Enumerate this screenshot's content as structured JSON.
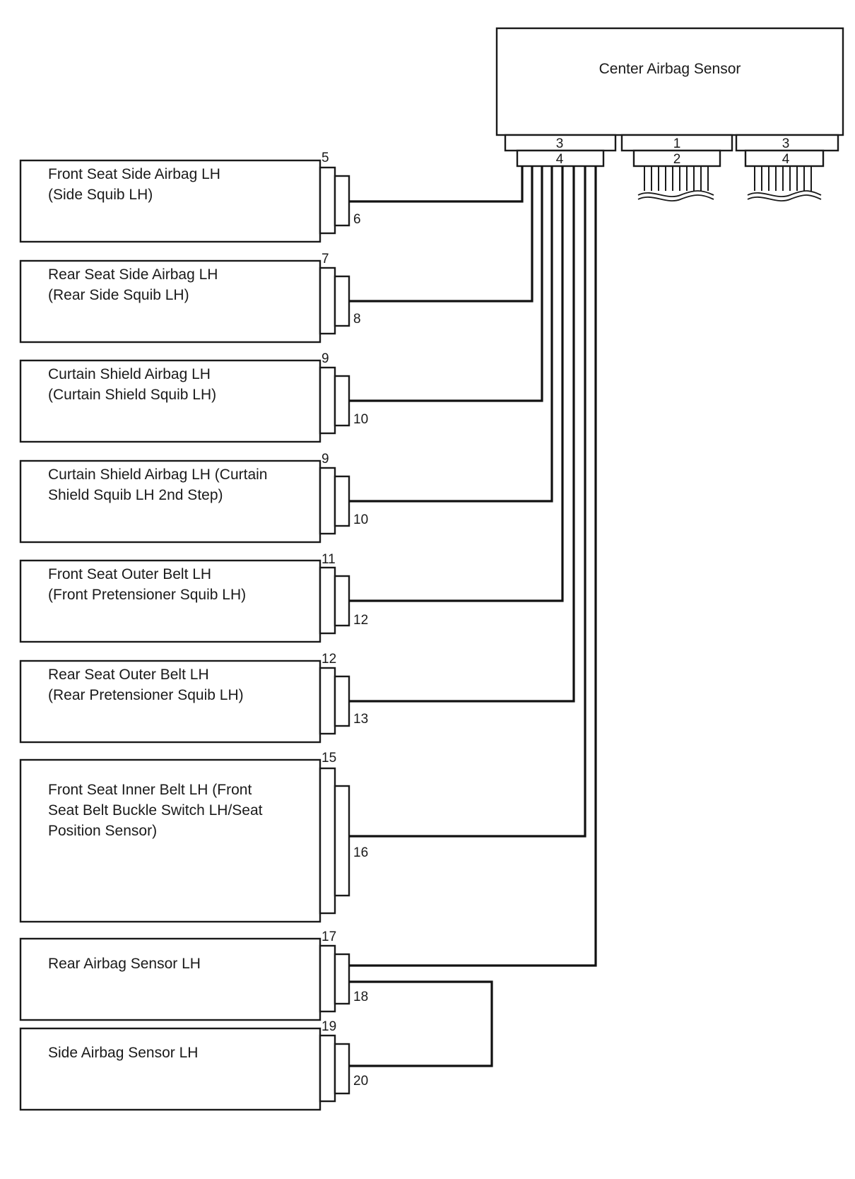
{
  "sensor": {
    "title": "Center Airbag Sensor",
    "connectors": [
      {
        "top": "3",
        "bottom": "4"
      },
      {
        "top": "1",
        "bottom": "2"
      },
      {
        "top": "3",
        "bottom": "4"
      }
    ]
  },
  "components": [
    {
      "lines": [
        "Front Seat Side Airbag LH",
        "(Side Squib LH)"
      ],
      "pin_top": "5",
      "pin_bottom": "6"
    },
    {
      "lines": [
        "Rear Seat Side Airbag LH",
        "(Rear Side Squib LH)"
      ],
      "pin_top": "7",
      "pin_bottom": "8"
    },
    {
      "lines": [
        "Curtain Shield Airbag LH",
        "(Curtain Shield Squib LH)"
      ],
      "pin_top": "9",
      "pin_bottom": "10"
    },
    {
      "lines": [
        "Curtain Shield Airbag LH (Curtain",
        "Shield Squib LH 2nd Step)"
      ],
      "pin_top": "9",
      "pin_bottom": "10"
    },
    {
      "lines": [
        "Front Seat Outer Belt LH",
        "(Front Pretensioner Squib LH)"
      ],
      "pin_top": "11",
      "pin_bottom": "12"
    },
    {
      "lines": [
        "Rear Seat Outer Belt LH",
        "(Rear Pretensioner Squib LH)"
      ],
      "pin_top": "12",
      "pin_bottom": "13"
    },
    {
      "lines": [
        "Front Seat Inner Belt LH (Front",
        "Seat Belt Buckle Switch LH/Seat",
        "Position Sensor)"
      ],
      "pin_top": "15",
      "pin_bottom": "16"
    },
    {
      "lines": [
        "Rear Airbag Sensor LH"
      ],
      "pin_top": "17",
      "pin_bottom": "18"
    },
    {
      "lines": [
        "Side Airbag Sensor LH"
      ],
      "pin_top": "19",
      "pin_bottom": "20"
    }
  ]
}
